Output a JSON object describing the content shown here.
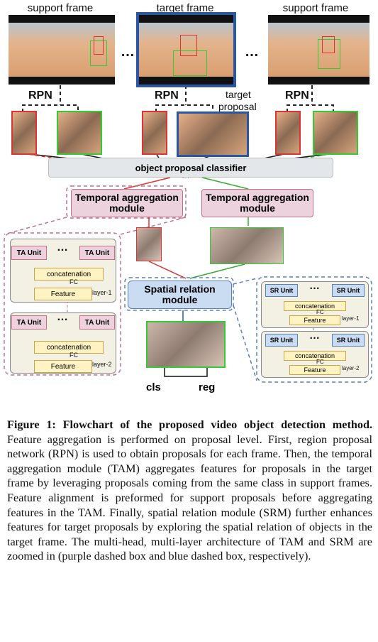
{
  "figure": {
    "support_left_label": "support frame",
    "target_label": "target frame",
    "support_right_label": "support frame",
    "ellipsis": "…",
    "rpn_label": "RPN",
    "target_proposal_label_line1": "target",
    "target_proposal_label_line2": "proposal",
    "classifier_label": "object proposal classifier",
    "tam_left_label": "Temporal aggregation module",
    "tam_right_label": "Temporal aggregation module",
    "srm_label": "Spatial relation module",
    "ta_unit_label": "TA Unit",
    "sr_unit_label": "SR Unit",
    "concatenation_label": "concatenation",
    "fc_label": "FC",
    "feature_label": "Feature",
    "layer1_label": "layer-1",
    "layer2_label": "layer-2",
    "cls_label": "cls",
    "reg_label": "reg",
    "colors": {
      "red": "#d33333",
      "green": "#33aa33",
      "blue": "#2a56a8",
      "pink": "#c26f8a"
    }
  },
  "caption": {
    "lead": "Figure 1: Flowchart of the proposed video object detection method.",
    "body": " Feature aggregation is performed on proposal level. First, region proposal network (RPN) is used to obtain proposals for each frame. Then, the temporal aggregation module (TAM) aggregates features for proposals in the target frame by leveraging proposals coming from the same class in support frames. Feature alignment is preformed for support proposals before aggregating features in the TAM. Finally, spatial relation module (SRM) further enhances features for target proposals by exploring the spatial relation of objects in the target frame. The multi-head, multi-layer architecture of TAM and SRM are zoomed in (purple dashed box and blue dashed box, respectively)."
  }
}
